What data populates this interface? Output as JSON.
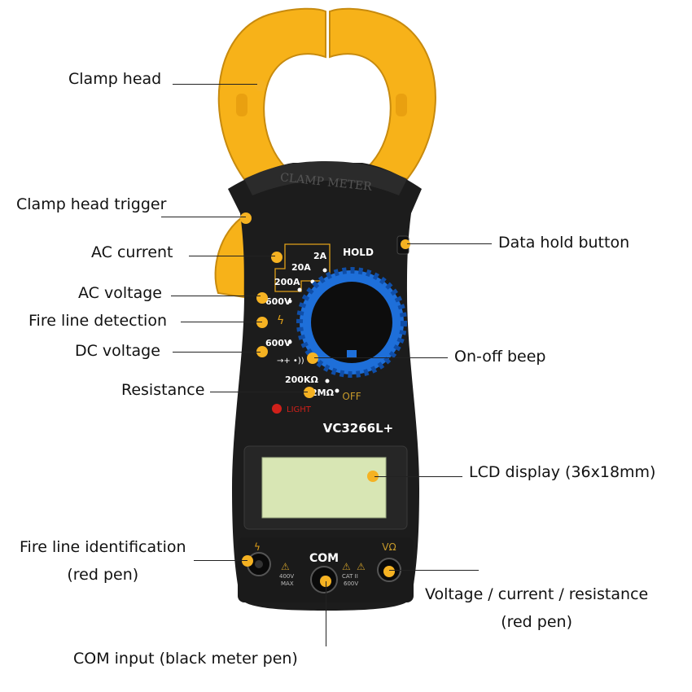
{
  "meter": {
    "head_text": "CLAMP METER",
    "hold_label": "HOLD",
    "model": "VC3266L+",
    "light_label": "LIGHT",
    "off_label": "OFF",
    "com_label": "COM",
    "vohm_label": "VΩ",
    "range_2a": "2A",
    "range_20a": "20A",
    "range_200a": "200A",
    "range_600v_ac": "600V",
    "range_600v_dc": "600V",
    "range_200k": "200KΩ",
    "range_2m": "2MΩ",
    "jack_left_rating_1": "400V",
    "jack_left_rating_2": "MAX",
    "jack_right_rating_1": "CAT II",
    "jack_right_rating_2": "600V",
    "colors": {
      "clamp": "#f7b219",
      "body": "#1c1c1c",
      "dial": "#1e6fd9",
      "lcd": "#d8e6b4",
      "marker": "#f5b222",
      "light": "#d0201a"
    }
  },
  "labels": {
    "clamp_head": "Clamp head",
    "clamp_trigger": "Clamp head trigger",
    "ac_current": "AC current",
    "ac_voltage": "AC voltage",
    "fire_detection": "Fire line detection",
    "dc_voltage": "DC voltage",
    "resistance": "Resistance",
    "data_hold": "Data hold button",
    "on_off_beep": "On-off beep",
    "lcd_display": "LCD display (36x18mm)",
    "fire_identification_1": "Fire line identification",
    "fire_identification_2": "(red pen)",
    "vcr_1": "Voltage / current / resistance",
    "vcr_2": "(red pen)",
    "com_input": "COM input (black meter pen)"
  }
}
